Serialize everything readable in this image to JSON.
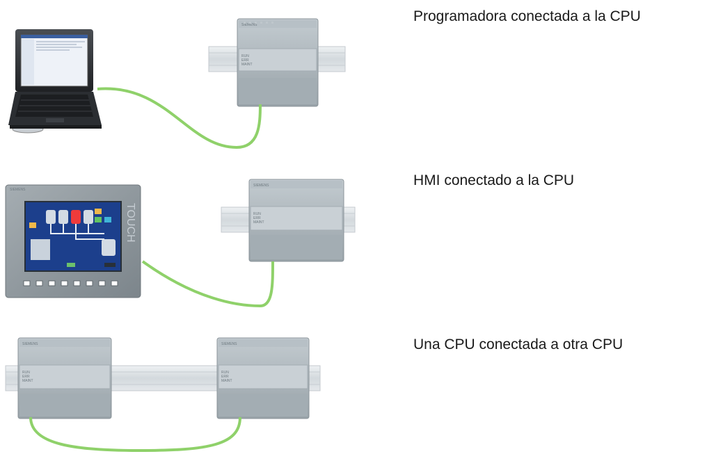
{
  "captions": {
    "programmer": "Programadora conectada a la CPU",
    "hmi": "HMI conectado a la CPU",
    "cpu_to_cpu": "Una CPU conectada a otra CPU"
  },
  "device_labels": {
    "hmi_brand": "SIEMENS",
    "hmi_touch": "TOUCH"
  },
  "colors": {
    "cable": "#8fd16a",
    "din_rail": "#d6dbe0",
    "plc_body": "#aeb7bd",
    "hmi_frame": "#8d969c",
    "hmi_screen": "#1c3f8c",
    "laptop_body": "#2f3236"
  }
}
